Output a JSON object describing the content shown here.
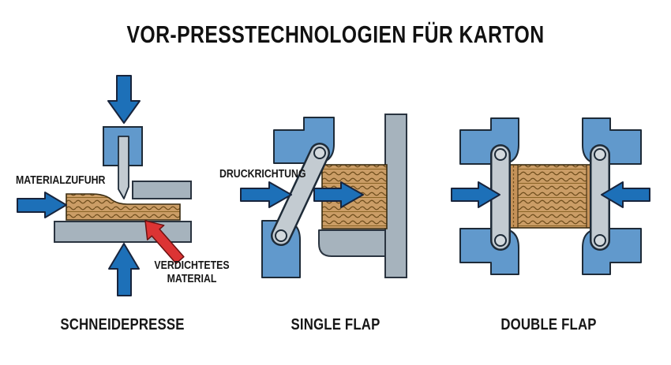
{
  "title": "VOR-PRESSTECHNOLOGIEN FÜR KARTON",
  "diagrams": {
    "schneidepresse": {
      "caption": "SCHNEIDEPRESSE",
      "feed_label": "MATERIALZUFUHR",
      "compacted_label": "VERDICHTETES\nMATERIAL"
    },
    "single_flap": {
      "caption": "SINGLE FLAP",
      "pressure_label": "DRUCKRICHTUNG"
    },
    "double_flap": {
      "caption": "DOUBLE FLAP"
    }
  },
  "palette": {
    "arrow_blue": "#1d70b8",
    "machine_blue": "#6199cc",
    "machine_gray": "#a6b3bd",
    "flap_gray": "#c3cbd1",
    "pin_gray": "#d3d9dd",
    "cardboard_tan": "#cb9d66",
    "cardboard_edge_tan": "#c59259",
    "cardboard_line_brown": "#6f4e1d",
    "highlight_red": "#dc3434",
    "outline_dark": "#1e2b38",
    "text_dark": "#161616",
    "background": "#ffffff"
  }
}
